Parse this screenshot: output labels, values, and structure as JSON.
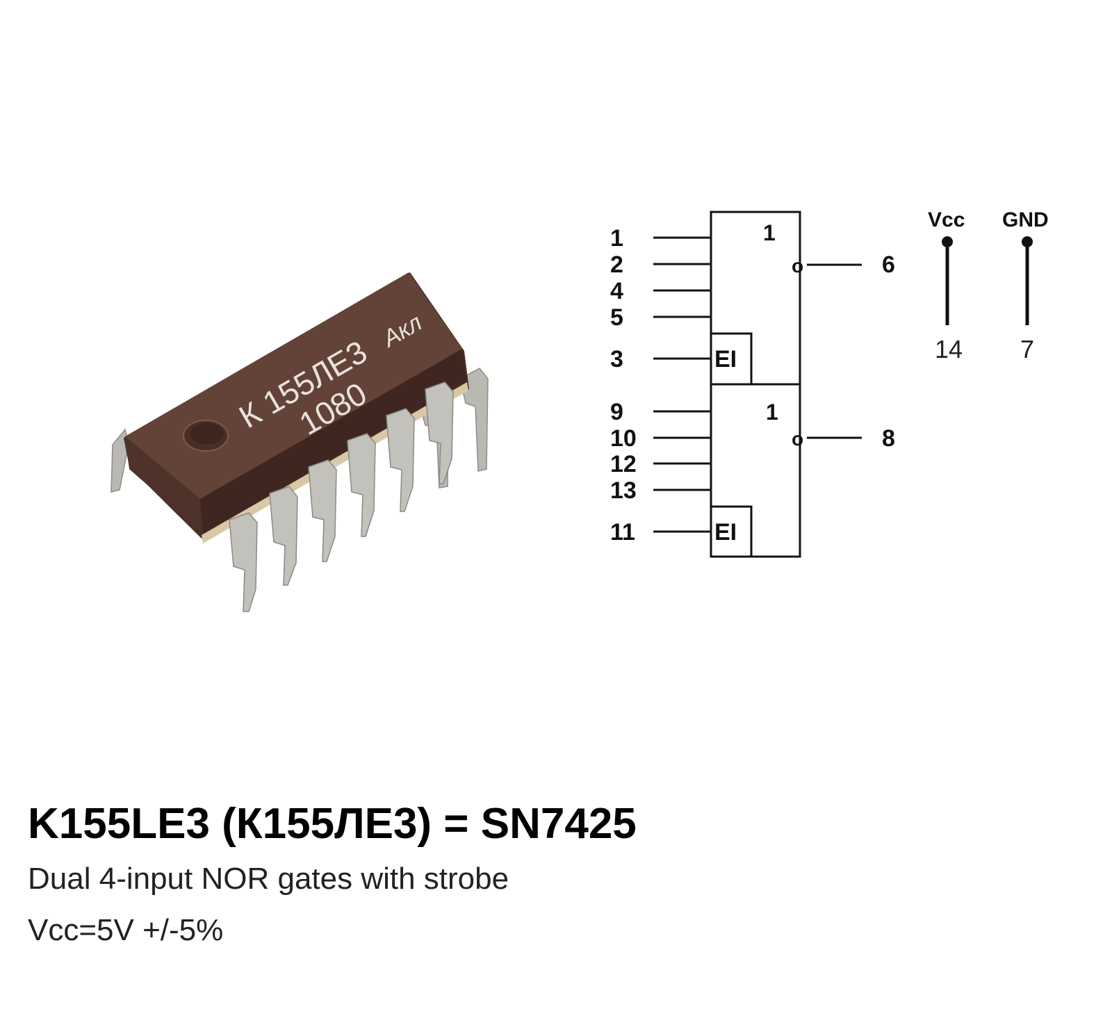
{
  "chip_photo": {
    "marking_line1": "К 155ЛЕ3",
    "marking_line2": "1080",
    "logo": "Акл",
    "colors": {
      "body": "#5e3e34",
      "pins": "#b8b8b4"
    }
  },
  "schematic": {
    "gate1": {
      "symbol": "1",
      "inputs": [
        "1",
        "2",
        "4",
        "5"
      ],
      "strobe_pin": "3",
      "strobe_label": "EI",
      "output_bubble": "o",
      "output_pin": "6"
    },
    "gate2": {
      "symbol": "1",
      "inputs": [
        "9",
        "10",
        "12",
        "13"
      ],
      "strobe_pin": "11",
      "strobe_label": "EI",
      "output_bubble": "o",
      "output_pin": "8"
    },
    "power": [
      {
        "label": "Vcc",
        "pin": "14"
      },
      {
        "label": "GND",
        "pin": "7"
      }
    ]
  },
  "caption": {
    "title": "K155LE3 (К155ЛЕ3) = SN7425",
    "subtitle": "Dual 4-input  NOR gates with strobe",
    "supply": "Vcc=5V +/-5%"
  }
}
